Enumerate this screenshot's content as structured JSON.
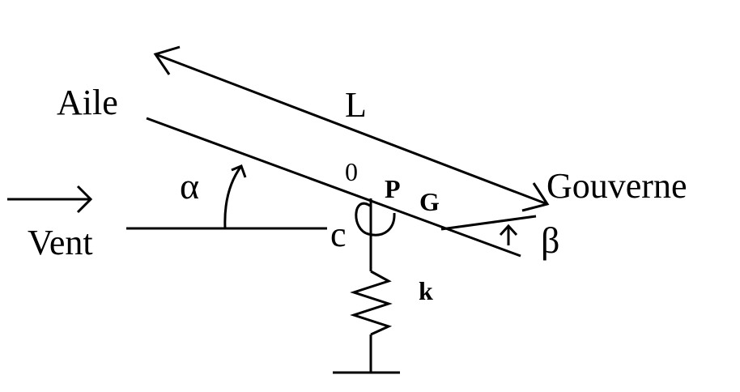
{
  "labels": {
    "wing": "Aile",
    "length": "L",
    "wind": "Vent",
    "alpha": "α",
    "origin": "0",
    "point_p": "P",
    "point_g": "G",
    "point_c": "c",
    "rudder": "Gouverne",
    "beta": "β",
    "spring": "k"
  },
  "colors": {
    "ink": "#000000",
    "background": "#ffffff"
  }
}
